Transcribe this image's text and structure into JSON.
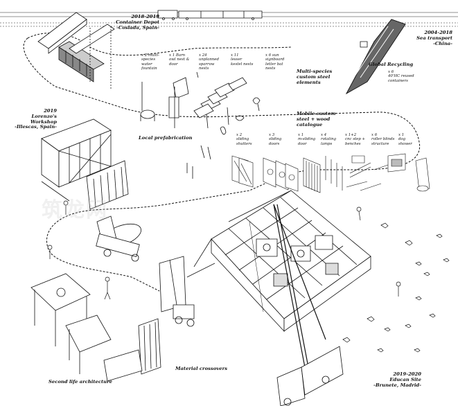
{
  "labels": {
    "container_depot": "2018-2019\nContainer Depot\n-Coslada, Spain-",
    "sea_transport": "2004-2018\nSea transport\n-China-",
    "global_recycling": "Global Recycling",
    "global_recycling_detail": "x 6\n40'HC reused\ncontainers",
    "workshop": "2019\nLorenzo's\nWorkshop\n-Illescas, Spain-",
    "multi_species": "Multi-species\ncustom steel\nelements",
    "local_prefab": "Local prefabrication",
    "mobile_catalogue": "Mobile custom\nsteel + wood\ncatalogue",
    "second_life": "Second life architecture",
    "material_crossovers": "Material crossovers",
    "educan_site": "2019-2020\nEducan Site\n-Brunete, Madrid-"
  },
  "steel_elements": [
    "x 2 multi-\nspecies\nwater\nfountain",
    "x 1 Barn\nowl nest &\ndoor",
    "x 24\nunplanned\nsparrow\nnests",
    "x 11\nlesser\nkestel nests",
    "x 6 sun\nsignboard\nletter bat\nnests"
  ],
  "catalogue_items": [
    "x 2\nsliding\nshutters",
    "x 3\nsliding\ndoors",
    "x 1\nm-sliding\ndoor",
    "x 4\nrotating\nlamps",
    "x 1+2\ncnc step +\nbenches",
    "x 6\nroller blinds\nstructure",
    "x 1\ndog\nshower"
  ],
  "watermark": "筑龙网",
  "colors": {
    "ink": "#111111",
    "paper": "#ffffff",
    "watermark": "#c8c8c8"
  }
}
